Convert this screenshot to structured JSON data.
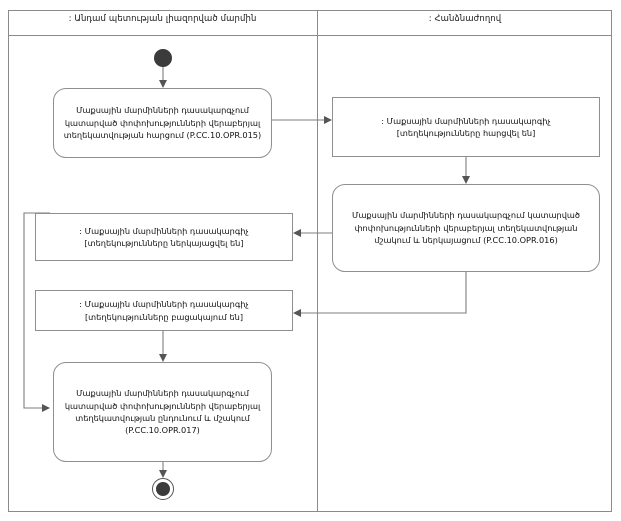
{
  "diagram": {
    "type": "uml-activity-diagram",
    "lanes": [
      {
        "id": "lane-left",
        "title": ": Անդամ պետության լիազորված մարմին"
      },
      {
        "id": "lane-right",
        "title": ": Հանձնաժողով"
      }
    ],
    "nodes": {
      "initial": {
        "kind": "initial-node",
        "label": ""
      },
      "action1": {
        "kind": "action",
        "lane": "lane-left",
        "text": "Մաքսային մարմինների դասակարգչում կատարված փոփոխությունների վերաբերյալ տեղեկատվության հարցում (P.CC.10.OPR.015)",
        "code": "P.CC.10.OPR.015"
      },
      "object1": {
        "kind": "object",
        "lane": "lane-right",
        "text": ": Մաքսային մարմինների դասակարգիչ [տեղեկությունները հարցվել են]",
        "state": "տեղեկությունները հարցվել են"
      },
      "action2": {
        "kind": "action",
        "lane": "lane-right",
        "text": "Մաքսային մարմինների դասակարգչում կատարված փոփոխությունների վերաբերյալ տեղեկատվության մշակում և ներկայացում (P.CC.10.OPR.016)",
        "code": "P.CC.10.OPR.016"
      },
      "object2": {
        "kind": "object",
        "lane": "lane-left",
        "text": ": Մաքսային մարմինների դասակարգիչ [տեղեկությունները ներկայացվել են]",
        "state": "տեղեկությունները ներկայացվել են"
      },
      "object3": {
        "kind": "object",
        "lane": "lane-left",
        "text": ": Մաքսային մարմինների դասակարգիչ [տեղեկությունները բացակայում են]",
        "state": "տեղեկությունները բացակայում են"
      },
      "action3": {
        "kind": "action",
        "lane": "lane-left",
        "text": "Մաքսային մարմինների դասակարգչում կատարված փոփոխությունների վերաբերյալ տեղեկատվության ընդունում և մշակում (P.CC.10.OPR.017)",
        "code": "P.CC.10.OPR.017"
      },
      "final": {
        "kind": "final-node",
        "label": ""
      }
    },
    "edges": [
      {
        "from": "initial",
        "to": "action1"
      },
      {
        "from": "action1",
        "to": "object1"
      },
      {
        "from": "object1",
        "to": "action2"
      },
      {
        "from": "action2",
        "to": "object2"
      },
      {
        "from": "action2",
        "to": "object3"
      },
      {
        "from": "object2",
        "to": "action3"
      },
      {
        "from": "object3",
        "to": "action3"
      },
      {
        "from": "action3",
        "to": "final"
      }
    ],
    "colors": {
      "border": "#8a8a8a",
      "node_border": "#8f8f8f",
      "edge": "#7d7d7d",
      "node_fill": "#ffffff",
      "text": "#111111",
      "solid_node": "#3b3b3b"
    }
  }
}
